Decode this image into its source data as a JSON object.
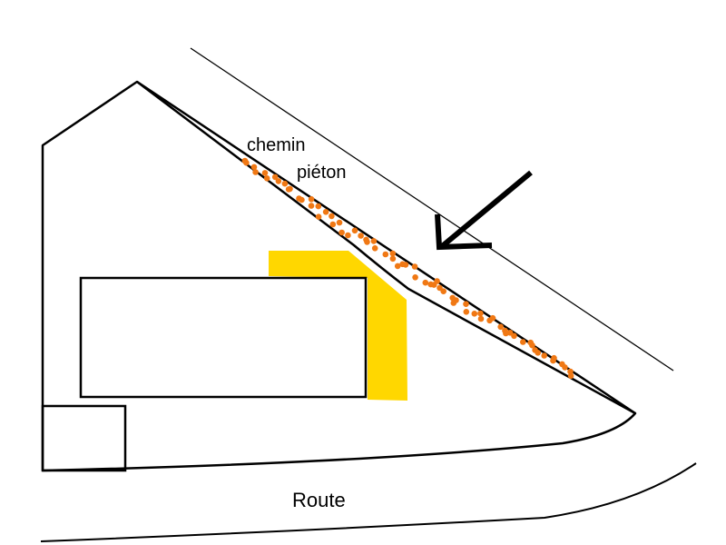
{
  "labels": {
    "path_line1": "chemin",
    "path_line2": "piéton",
    "road": "Route"
  },
  "colors": {
    "stroke": "#000000",
    "path_dots": "#F07814",
    "highlight": "#FFD700",
    "background": "#FFFFFF"
  },
  "icons": {
    "arrow": "arrow-down-left-icon"
  }
}
